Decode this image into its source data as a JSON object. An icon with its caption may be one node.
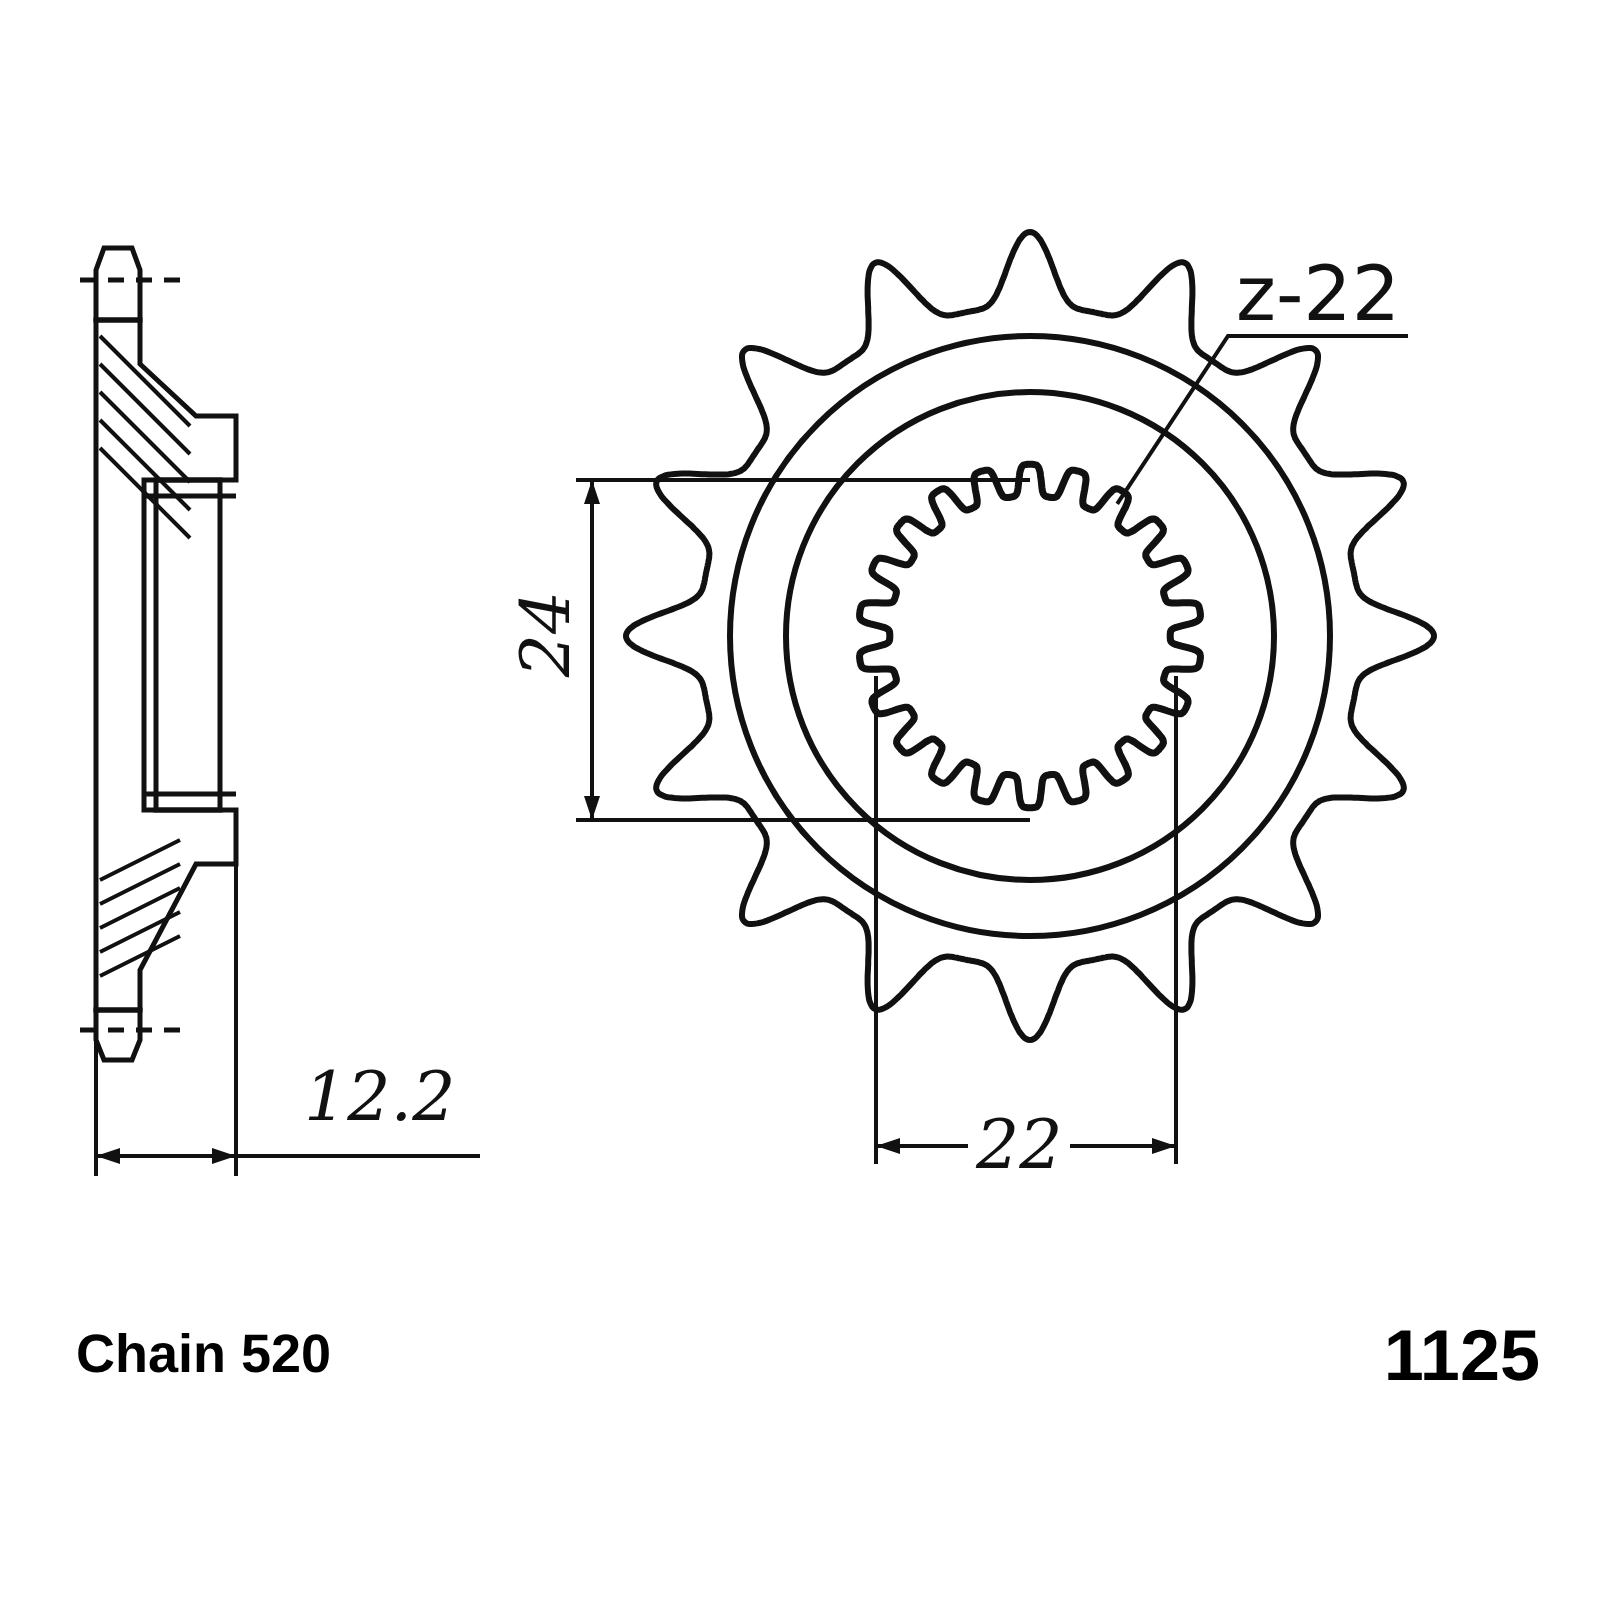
{
  "diagram": {
    "nodes": [
      {
        "text": [
          "z-22"
        ]
      },
      {
        "text": [],
        "shape": "picture"
      }
    ],
    "edges": [
      {
        "from": 0,
        "to": 1,
        "arrow": "none"
      }
    ],
    "labels": [
      "24",
      "12.2",
      "22",
      "Chain 520",
      "1125"
    ]
  }
}
